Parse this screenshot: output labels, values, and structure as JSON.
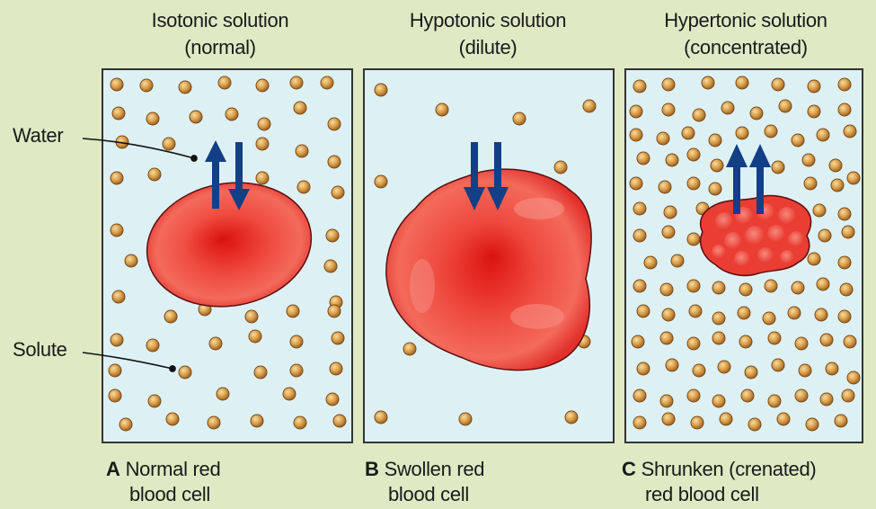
{
  "panels": [
    {
      "id": "isotonic",
      "heading_line1": "Isotonic solution",
      "heading_line2": "(normal)",
      "caption_letter": "A",
      "caption_line1": "Normal red",
      "caption_line2": "blood cell",
      "water_flow": "both directions"
    },
    {
      "id": "hypotonic",
      "heading_line1": "Hypotonic solution",
      "heading_line2": "(dilute)",
      "caption_letter": "B",
      "caption_line1": "Swollen red",
      "caption_line2": "blood cell",
      "water_flow": "into cell"
    },
    {
      "id": "hypertonic",
      "heading_line1": "Hypertonic solution",
      "heading_line2": "(concentrated)",
      "caption_letter": "C",
      "caption_line1": "Shrunken (crenated)",
      "caption_line2": "red blood cell",
      "water_flow": "out of cell"
    }
  ],
  "labels": {
    "water": "Water",
    "solute": "Solute"
  },
  "colors": {
    "background": "#dfe9c4",
    "solution": "#ddf1f5",
    "cell": "#e8332a",
    "arrow": "#123f86",
    "solute": "#c98a3a"
  }
}
